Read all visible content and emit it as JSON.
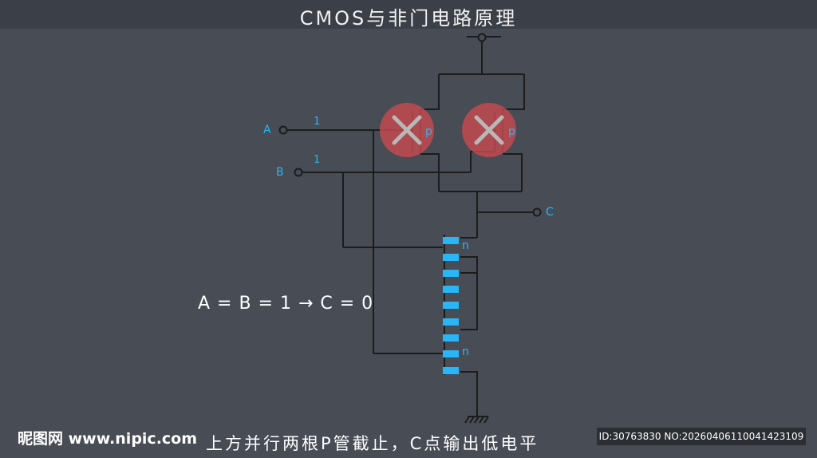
{
  "title": "CMOS与非门电路原理",
  "labels": {
    "input_a": "A",
    "input_b": "B",
    "output_c": "C",
    "value_a": "1",
    "value_b": "1",
    "pmos_1": "p",
    "pmos_2": "p",
    "nmos_1": "n",
    "nmos_2": "n"
  },
  "equation": "A = B = 1 → C = 0",
  "subtitle": "上方并行两根P管截止，C点输出低电平",
  "watermark": "昵图网 www.nipic.com",
  "id_text": "ID:30763830 NO:20260406110041423109",
  "colors": {
    "background": "#474c55",
    "wire": "#1c1c1c",
    "accent": "#29b6f6",
    "off_marker": "#c44a4f"
  }
}
